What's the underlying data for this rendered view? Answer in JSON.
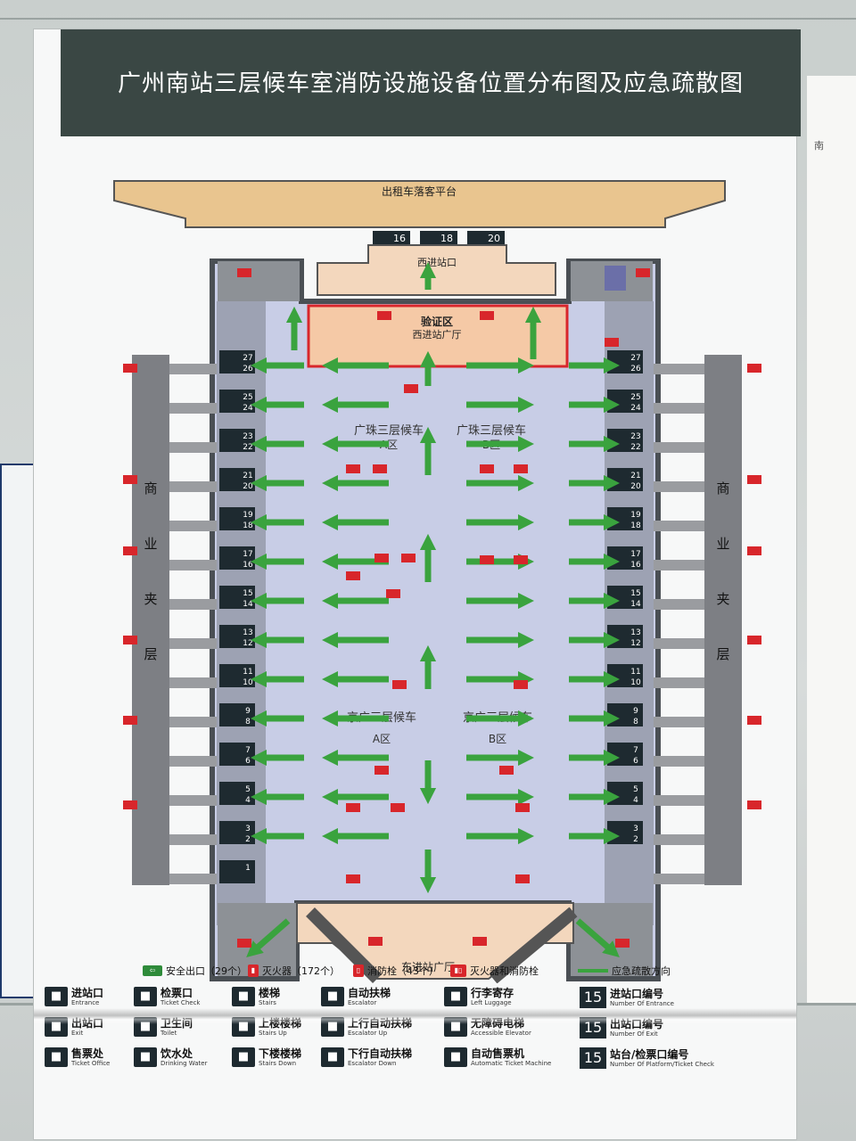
{
  "poster": {
    "title": "广州南站三层候车室消防设施设备位置分布图及应急疏散图"
  },
  "map": {
    "taxi_platform": "出租车落客平台",
    "west_entrance": "西进站口",
    "west_gates": [
      "16",
      "18",
      "20"
    ],
    "check_zone": "验证区",
    "west_hall": "西进站广厅",
    "east_hall": "东进站广厅",
    "waiting_areas": [
      {
        "line1": "广珠三层候车",
        "line2": "A区"
      },
      {
        "line1": "广珠三层候车",
        "line2": "B区"
      },
      {
        "line1": "京广三层候车",
        "line2": "A区"
      },
      {
        "line1": "京广三层候车",
        "line2": "B区"
      }
    ],
    "mezzanine_chars": [
      "商",
      "业",
      "夹",
      "层"
    ],
    "gates_left": [
      [
        "27",
        "26"
      ],
      [
        "25",
        "24"
      ],
      [
        "23",
        "22"
      ],
      [
        "21",
        "20"
      ],
      [
        "19",
        "18"
      ],
      [
        "17",
        "16"
      ],
      [
        "15",
        "14"
      ],
      [
        "13",
        "12"
      ],
      [
        "11",
        "10"
      ],
      [
        "9",
        "8"
      ],
      [
        "7",
        "6"
      ],
      [
        "5",
        "4"
      ],
      [
        "3",
        "2"
      ],
      [
        "1",
        ""
      ]
    ],
    "gates_right": [
      [
        "27",
        "26"
      ],
      [
        "25",
        "24"
      ],
      [
        "23",
        "22"
      ],
      [
        "21",
        "20"
      ],
      [
        "19",
        "18"
      ],
      [
        "17",
        "16"
      ],
      [
        "15",
        "14"
      ],
      [
        "13",
        "12"
      ],
      [
        "11",
        "10"
      ],
      [
        "9",
        "8"
      ],
      [
        "7",
        "6"
      ],
      [
        "5",
        "4"
      ],
      [
        "3",
        "2"
      ]
    ],
    "colors": {
      "arrow": "#3aa33e",
      "platform": "#e9c58f",
      "hall": "#f3d7bd",
      "floor": "#c8cde6",
      "wall": "#555a5e",
      "mezzanine": "#7d7f84",
      "extinguisher": "#d8262b",
      "gate": "#1e2a30"
    }
  },
  "legend": {
    "safety_exit": "安全出口（29个）",
    "extinguisher": "灭火器（172个）",
    "hydrant": "消防栓（43个）",
    "extinguisher_hydrant": "灭火器和消防栓",
    "evac_direction": "应急疏散方向",
    "items": [
      {
        "icon": "entrance-icon",
        "cn": "进站口",
        "en": "Entrance"
      },
      {
        "icon": "ticket-check-icon",
        "cn": "检票口",
        "en": "Ticket Check"
      },
      {
        "icon": "stairs-icon",
        "cn": "楼梯",
        "en": "Stairs"
      },
      {
        "icon": "escalator-icon",
        "cn": "自动扶梯",
        "en": "Escalator"
      },
      {
        "icon": "left-luggage-icon",
        "cn": "行李寄存",
        "en": "Left Luggage"
      },
      {
        "icon": "exit-icon",
        "cn": "出站口",
        "en": "Exit"
      },
      {
        "icon": "toilet-icon",
        "cn": "卫生间",
        "en": "Toilet"
      },
      {
        "icon": "stairs-up-icon",
        "cn": "上楼楼梯",
        "en": "Stairs Up"
      },
      {
        "icon": "escalator-up-icon",
        "cn": "上行自动扶梯",
        "en": "Escalator Up"
      },
      {
        "icon": "accessible-elevator-icon",
        "cn": "无障碍电梯",
        "en": "Accessible Elevator"
      },
      {
        "icon": "ticket-office-icon",
        "cn": "售票处",
        "en": "Ticket Office"
      },
      {
        "icon": "drinking-water-icon",
        "cn": "饮水处",
        "en": "Drinking Water"
      },
      {
        "icon": "stairs-down-icon",
        "cn": "下楼楼梯",
        "en": "Stairs Down"
      },
      {
        "icon": "escalator-down-icon",
        "cn": "下行自动扶梯",
        "en": "Escalator Down"
      },
      {
        "icon": "ticket-machine-icon",
        "cn": "自动售票机",
        "en": "Automatic Ticket Machine"
      }
    ],
    "numbers": [
      {
        "num": "15",
        "cn": "进站口编号",
        "en": "Number Of Entrance"
      },
      {
        "num": "15",
        "cn": "出站口编号",
        "en": "Number Of Exit"
      },
      {
        "num": "15",
        "cn": "站台/检票口编号",
        "en": "Number Of Platform/Ticket Check"
      }
    ]
  },
  "side": {
    "right_board_char": "南"
  }
}
